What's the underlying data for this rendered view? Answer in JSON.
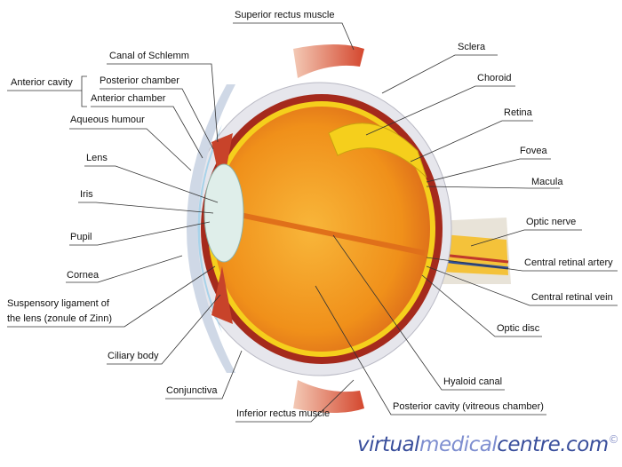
{
  "diagram": {
    "labels": {
      "superior_rectus": "Superior rectus muscle",
      "canal_schlemm": "Canal of Schlemm",
      "anterior_cavity": "Anterior cavity",
      "posterior_chamber": "Posterior chamber",
      "anterior_chamber": "Anterior chamber",
      "aqueous_humour": "Aqueous humour",
      "lens": "Lens",
      "iris": "Iris",
      "pupil": "Pupil",
      "cornea": "Cornea",
      "suspensory_1": "Suspensory ligament of",
      "suspensory_2": "the lens (zonule of Zinn)",
      "ciliary_body": "Ciliary body",
      "conjunctiva": "Conjunctiva",
      "inferior_rectus": "Inferior rectus muscle",
      "sclera": "Sclera",
      "choroid": "Choroid",
      "retina": "Retina",
      "fovea": "Fovea",
      "macula": "Macula",
      "optic_nerve": "Optic nerve",
      "central_retinal_artery": "Central retinal artery",
      "central_retinal_vein": "Central retinal vein",
      "optic_disc": "Optic disc",
      "hyaloid_canal": "Hyaloid canal",
      "posterior_cavity": "Posterior cavity (vitreous chamber)"
    },
    "colors": {
      "vitreous": "#f29a1a",
      "retina": "#f7d21a",
      "choroid": "#b8331f",
      "sclera": "#e9e9ee",
      "cornea_fluid": "#a9d3ea",
      "muscle": "#d9553a"
    }
  },
  "logo": {
    "part1": "virtual",
    "part2": "medical",
    "part3": "centre.com",
    "copyright": "©"
  }
}
